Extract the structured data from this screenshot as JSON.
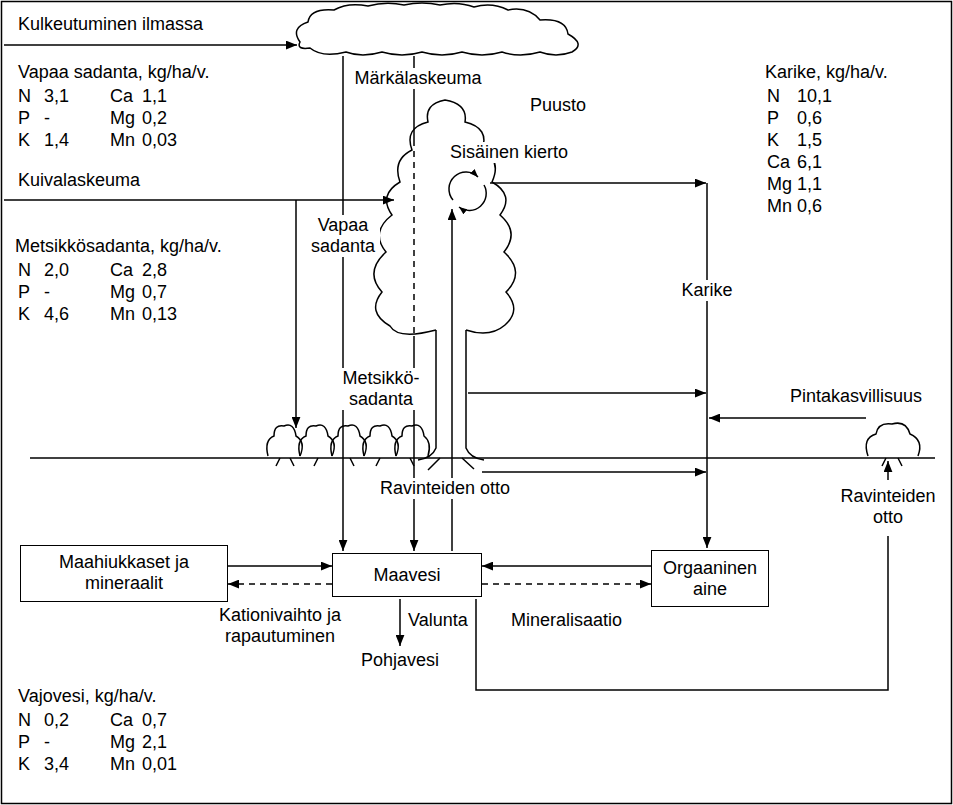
{
  "diagram": {
    "nodes": [
      {
        "text": [
          "Maahiukkaset ja mineraalit"
        ]
      },
      {
        "text": [
          "Maavesi"
        ]
      },
      {
        "text": [
          "Orgaaninen aine"
        ]
      }
    ],
    "edges": [
      {
        "from": 0,
        "to": 1,
        "arrow": "to"
      },
      {
        "from": 1,
        "to": 0,
        "arrow": "to",
        "label": "Kationivaihto ja rapautuminen"
      },
      {
        "from": 2,
        "to": 1,
        "arrow": "to"
      },
      {
        "from": 1,
        "to": 2,
        "arrow": "to",
        "label": "Mineralisaatio"
      }
    ],
    "labels": [
      "Kulkeutuminen ilmassa",
      "Märkälaskeuma",
      "Vapaa sadanta, kg/ha/v.",
      "N",
      "3,1",
      "Ca",
      "1,1",
      "P",
      "-",
      "Mg",
      "0,2",
      "K",
      "1,4",
      "Mn",
      "0,03",
      "Vapaa sadanta",
      "Puusto",
      "Sisäinen kierto",
      "Kuivalaskeuma",
      "Karike, kg/ha/v.",
      "N",
      "10,1",
      "P",
      "0,6",
      "K",
      "1,5",
      "Ca",
      "6,1",
      "Mg",
      "1,1",
      "Mn",
      "0,6",
      "Karike",
      "Metsikkösadanta, kg/ha/v.",
      "N",
      "2,0",
      "Ca",
      "2,8",
      "P",
      "-",
      "Mg",
      "0,7",
      "K",
      "4,6",
      "Mn",
      "0,13",
      "Metsikkö- sadanta",
      "Pintakasvillisuus",
      "Ravinteiden otto",
      "Ravinteiden otto",
      "Valunta",
      "Pohjavesi",
      "Vajovesi, kg/ha/v.",
      "N",
      "0,2",
      "Ca",
      "0,7",
      "P",
      "-",
      "Mg",
      "2,1",
      "K",
      "3,4",
      "Mn",
      "0,01"
    ]
  }
}
